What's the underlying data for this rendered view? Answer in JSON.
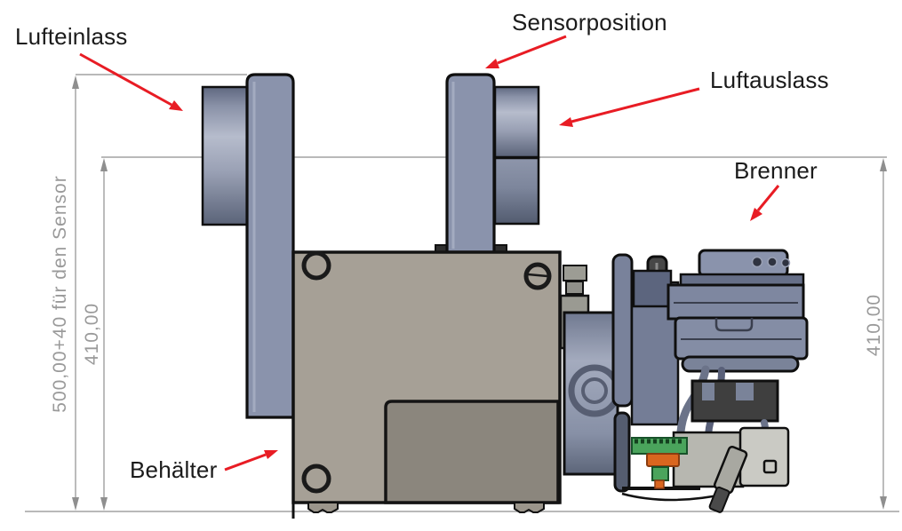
{
  "figure": {
    "type": "technical-drawing-side-view"
  },
  "part_labels": {
    "lufteinlass": "Lufteinlass",
    "sensorposition": "Sensorposition",
    "luftauslass": "Luftauslass",
    "brenner": "Brenner",
    "behaelter": "Behälter"
  },
  "dimensions": {
    "total_height": "500,00+40 für den Sensor",
    "inner_height_left": "410,00",
    "inner_height_right": "410,00"
  },
  "colors": {
    "leader_red": "#e81c24",
    "dimension_gray": "#8f8f8f",
    "steel_blue": "#8a93ac",
    "housing_gray": "#a6a096",
    "housing_panel_gray": "#8b867d",
    "connector_green": "#4aa45c",
    "connector_orange": "#d9661f"
  },
  "icons": {
    "leader_arrow": "red-leader-arrow",
    "dimension_arrow": "gray-dimension-arrowhead"
  }
}
